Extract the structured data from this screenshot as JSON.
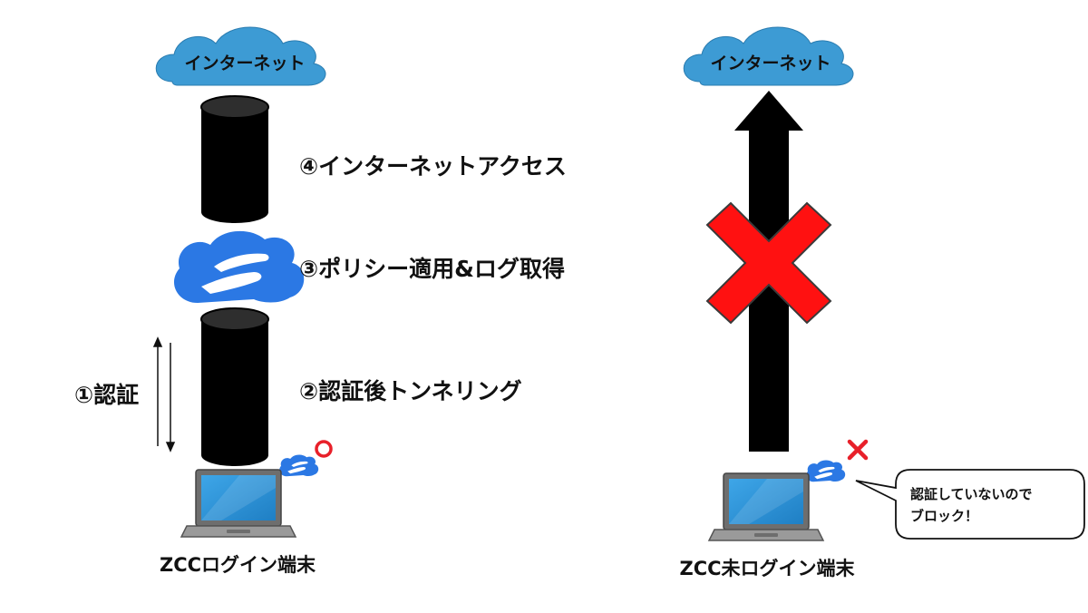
{
  "left": {
    "cloud_label": "インターネット",
    "step4": "④インターネットアクセス",
    "step3": "③ポリシー適用&ログ取得",
    "step2": "②認証後トンネリング",
    "step1": "①認証",
    "device_label": "ZCCログイン端末",
    "status_icon": "circle-ok-icon"
  },
  "right": {
    "cloud_label": "インターネット",
    "device_label": "ZCC未ログイン端末",
    "status_icon": "cross-ng-icon",
    "bubble_line1": "認証していないので",
    "bubble_line2": "ブロック！"
  },
  "colors": {
    "cloud": "#3d9bd4",
    "tunnel": "#000000",
    "zscaler_blue": "#2b78e4",
    "block_red": "#ff1111",
    "ok_red": "#e8202a",
    "screen_blue": "#2a8fd6"
  }
}
